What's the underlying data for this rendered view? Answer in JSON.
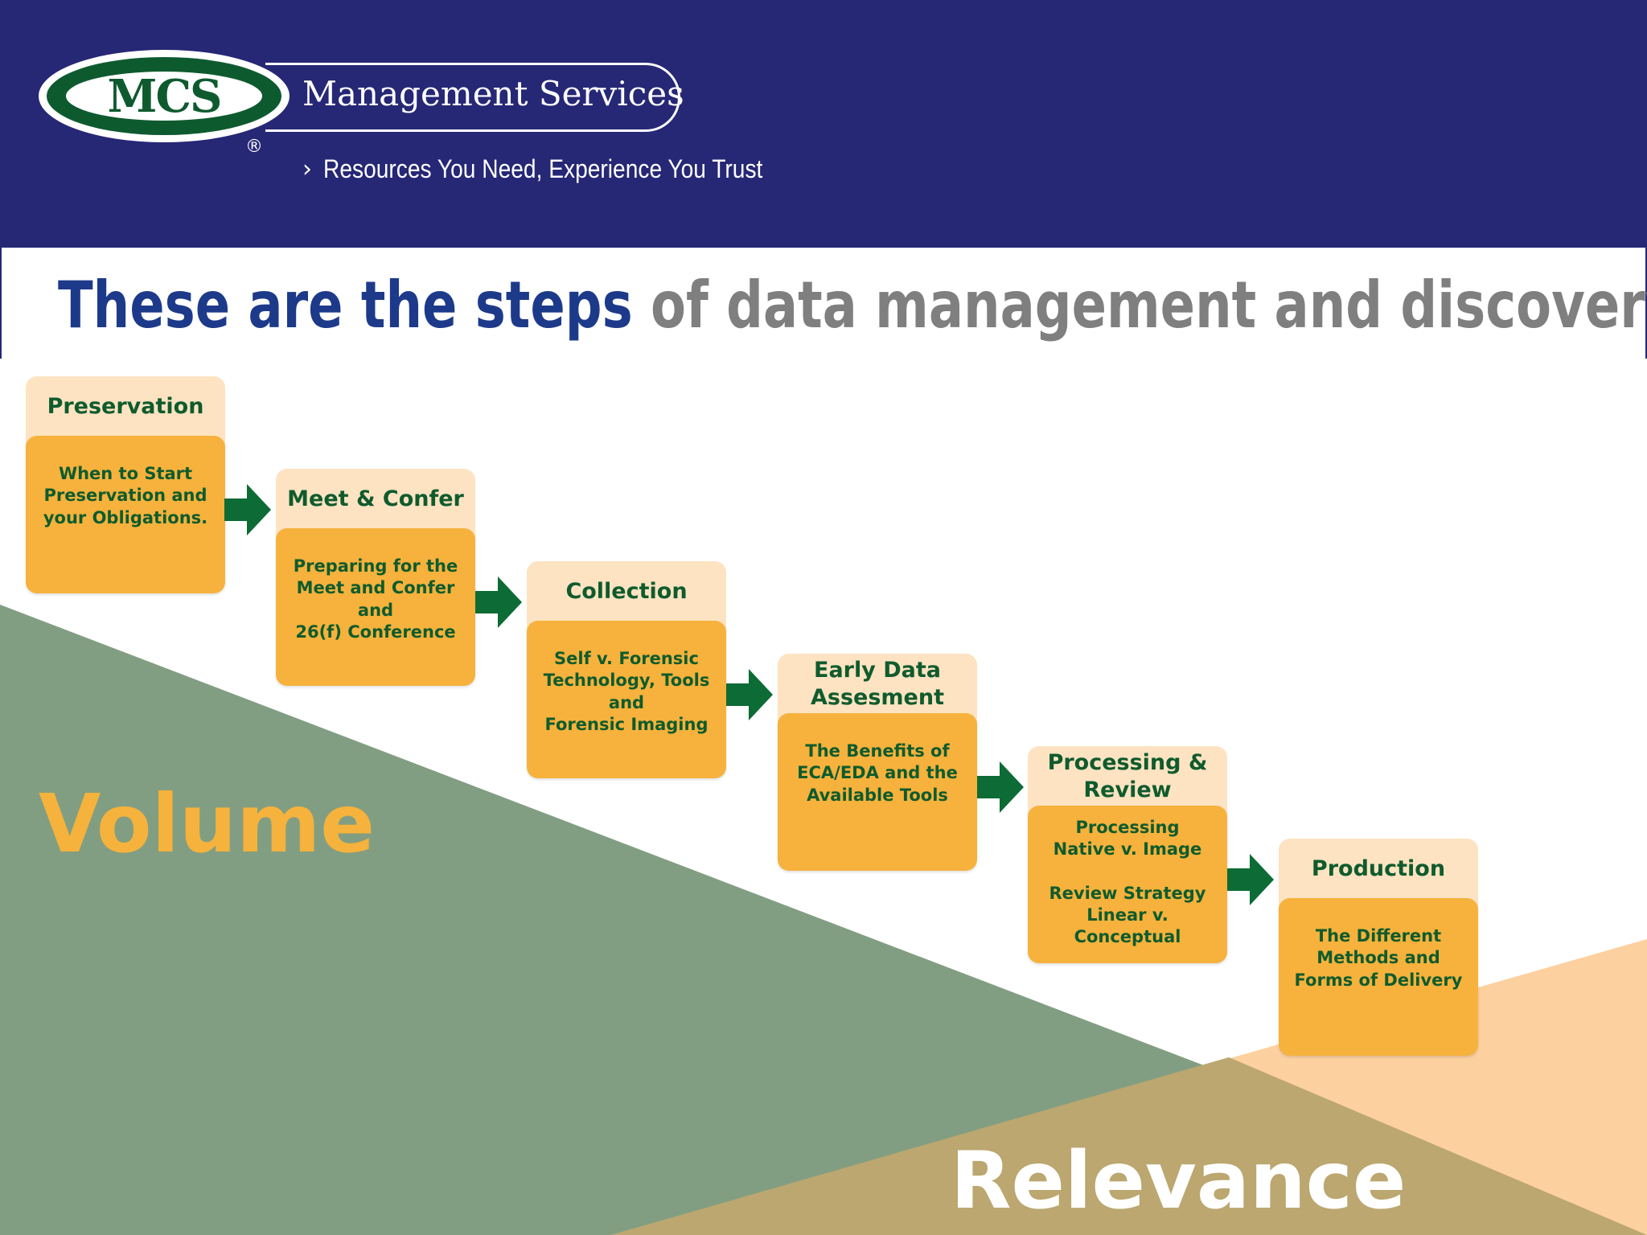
{
  "brand": {
    "logo_text": "MCS",
    "company_name": "Management Services",
    "registered_mark": "®",
    "tagline_marker": "›",
    "tagline": "Resources You Need, Experience You Trust"
  },
  "title": {
    "strong": "These are the steps",
    "rest": " of data management and discovery"
  },
  "axes": {
    "volume": "Volume",
    "relevance": "Relevance"
  },
  "steps": [
    {
      "title": "Preservation",
      "body": "When to Start\nPreservation and\nyour Obligations."
    },
    {
      "title": "Meet & Confer",
      "body": "Preparing for the\nMeet and Confer\nand\n26(f) Conference"
    },
    {
      "title": "Collection",
      "body": "Self v. Forensic\nTechnology, Tools\nand\nForensic Imaging"
    },
    {
      "title": "Early Data\nAssesment",
      "body": "The Benefits of\nECA/EDA and the\nAvailable Tools"
    },
    {
      "title": "Processing\n& Review",
      "body": "Processing\nNative v. Image\n\nReview Strategy\nLinear v. Conceptual"
    },
    {
      "title": "Production",
      "body": "The Different\nMethods and\nForms of Delivery"
    }
  ],
  "colors": {
    "header_bg": "#262775",
    "logo_green": "#0e5a2f",
    "title_blue": "#1d3a8a",
    "title_gray": "#7f7f7f",
    "volume_green": "#829e82",
    "relevance_peach": "#fdd0a0",
    "overlap_tan": "#bba76f",
    "step_header_bg": "#fde3c2",
    "step_body_bg": "#f6b23c",
    "step_text_green": "#0f5b2d",
    "arrow_green": "#0d6b35"
  }
}
